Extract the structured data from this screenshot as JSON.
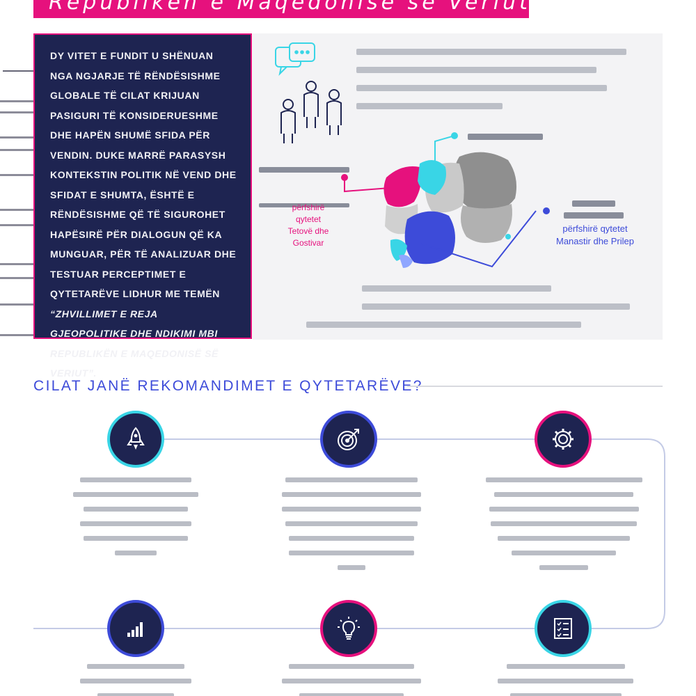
{
  "header": {
    "title": "Republikën e Maqedonisë së Veriut"
  },
  "intro": {
    "text_main": "Dy vitet e fundit u shënuan nga ngjarje të rëndësishme globale të cilat krijuan pasiguri të konsiderueshme dhe hapën shumë sfida për vendin. Duke marrë parasysh kontekstin politik në vend dhe sfidat e shumta, është e rëndësishme që të sigurohet hapësirë për dialogun që ka munguar, për të analizuar dhe testuar perceptimet e qytetarëve lidhur me temën ",
    "text_emphasis": "“Zhvillimet e reja gjeopolitike dhe ndikimi mbi Republikën e Maqedonisë së Veriut”."
  },
  "map": {
    "west_note": "përfshirë qytetet Tetovë dhe Gostivar",
    "southwest_note": "përfshirë qytetet Manastir dhe Prilep",
    "colors": {
      "pink": "#e6117d",
      "cyan": "#39d5e6",
      "blue": "#3d4bd9",
      "grey": "#9a9a9a"
    }
  },
  "recommendations": {
    "title": "CILAT JANË REKOMANDIMET E QYTETARËVE?",
    "items": [
      {
        "icon": "rocket-icon",
        "ring": "cyan"
      },
      {
        "icon": "target-icon",
        "ring": "blue"
      },
      {
        "icon": "gear-icon",
        "ring": "pink"
      },
      {
        "icon": "bar-chart-icon",
        "ring": "blue"
      },
      {
        "icon": "lightbulb-icon",
        "ring": "pink"
      },
      {
        "icon": "checklist-icon",
        "ring": "cyan"
      }
    ]
  },
  "palette": {
    "navy": "#1e2451",
    "magenta": "#e6117d",
    "cyan": "#39d5e6",
    "blue": "#3d4bd9",
    "panel": "#f3f3f5"
  }
}
